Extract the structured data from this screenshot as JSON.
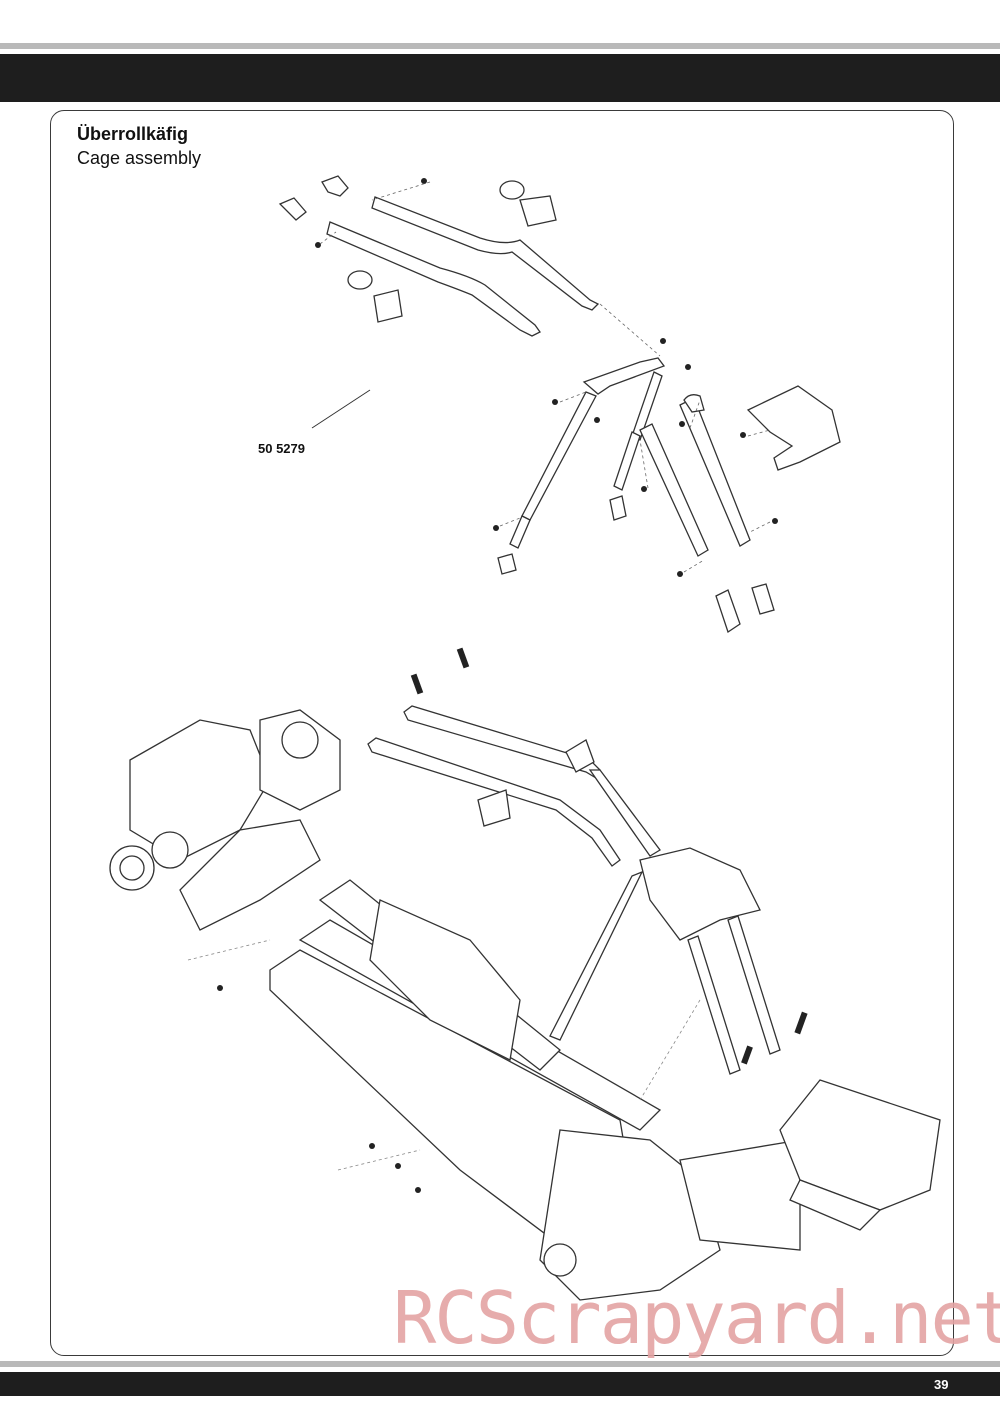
{
  "section": {
    "title_de": "Überrollkäfig",
    "title_en": "Cage assembly"
  },
  "part_number": "50 5279",
  "watermark": "RCScrapyard.net",
  "page_number": "39",
  "diagram": {
    "upper_icon": "exploded-cage-parts-icon",
    "lower_icon": "assembled-chassis-with-cage-icon"
  },
  "colors": {
    "band": "#1e1e1e",
    "rule": "#b9b9b9",
    "watermark": "#e4a4a4"
  }
}
